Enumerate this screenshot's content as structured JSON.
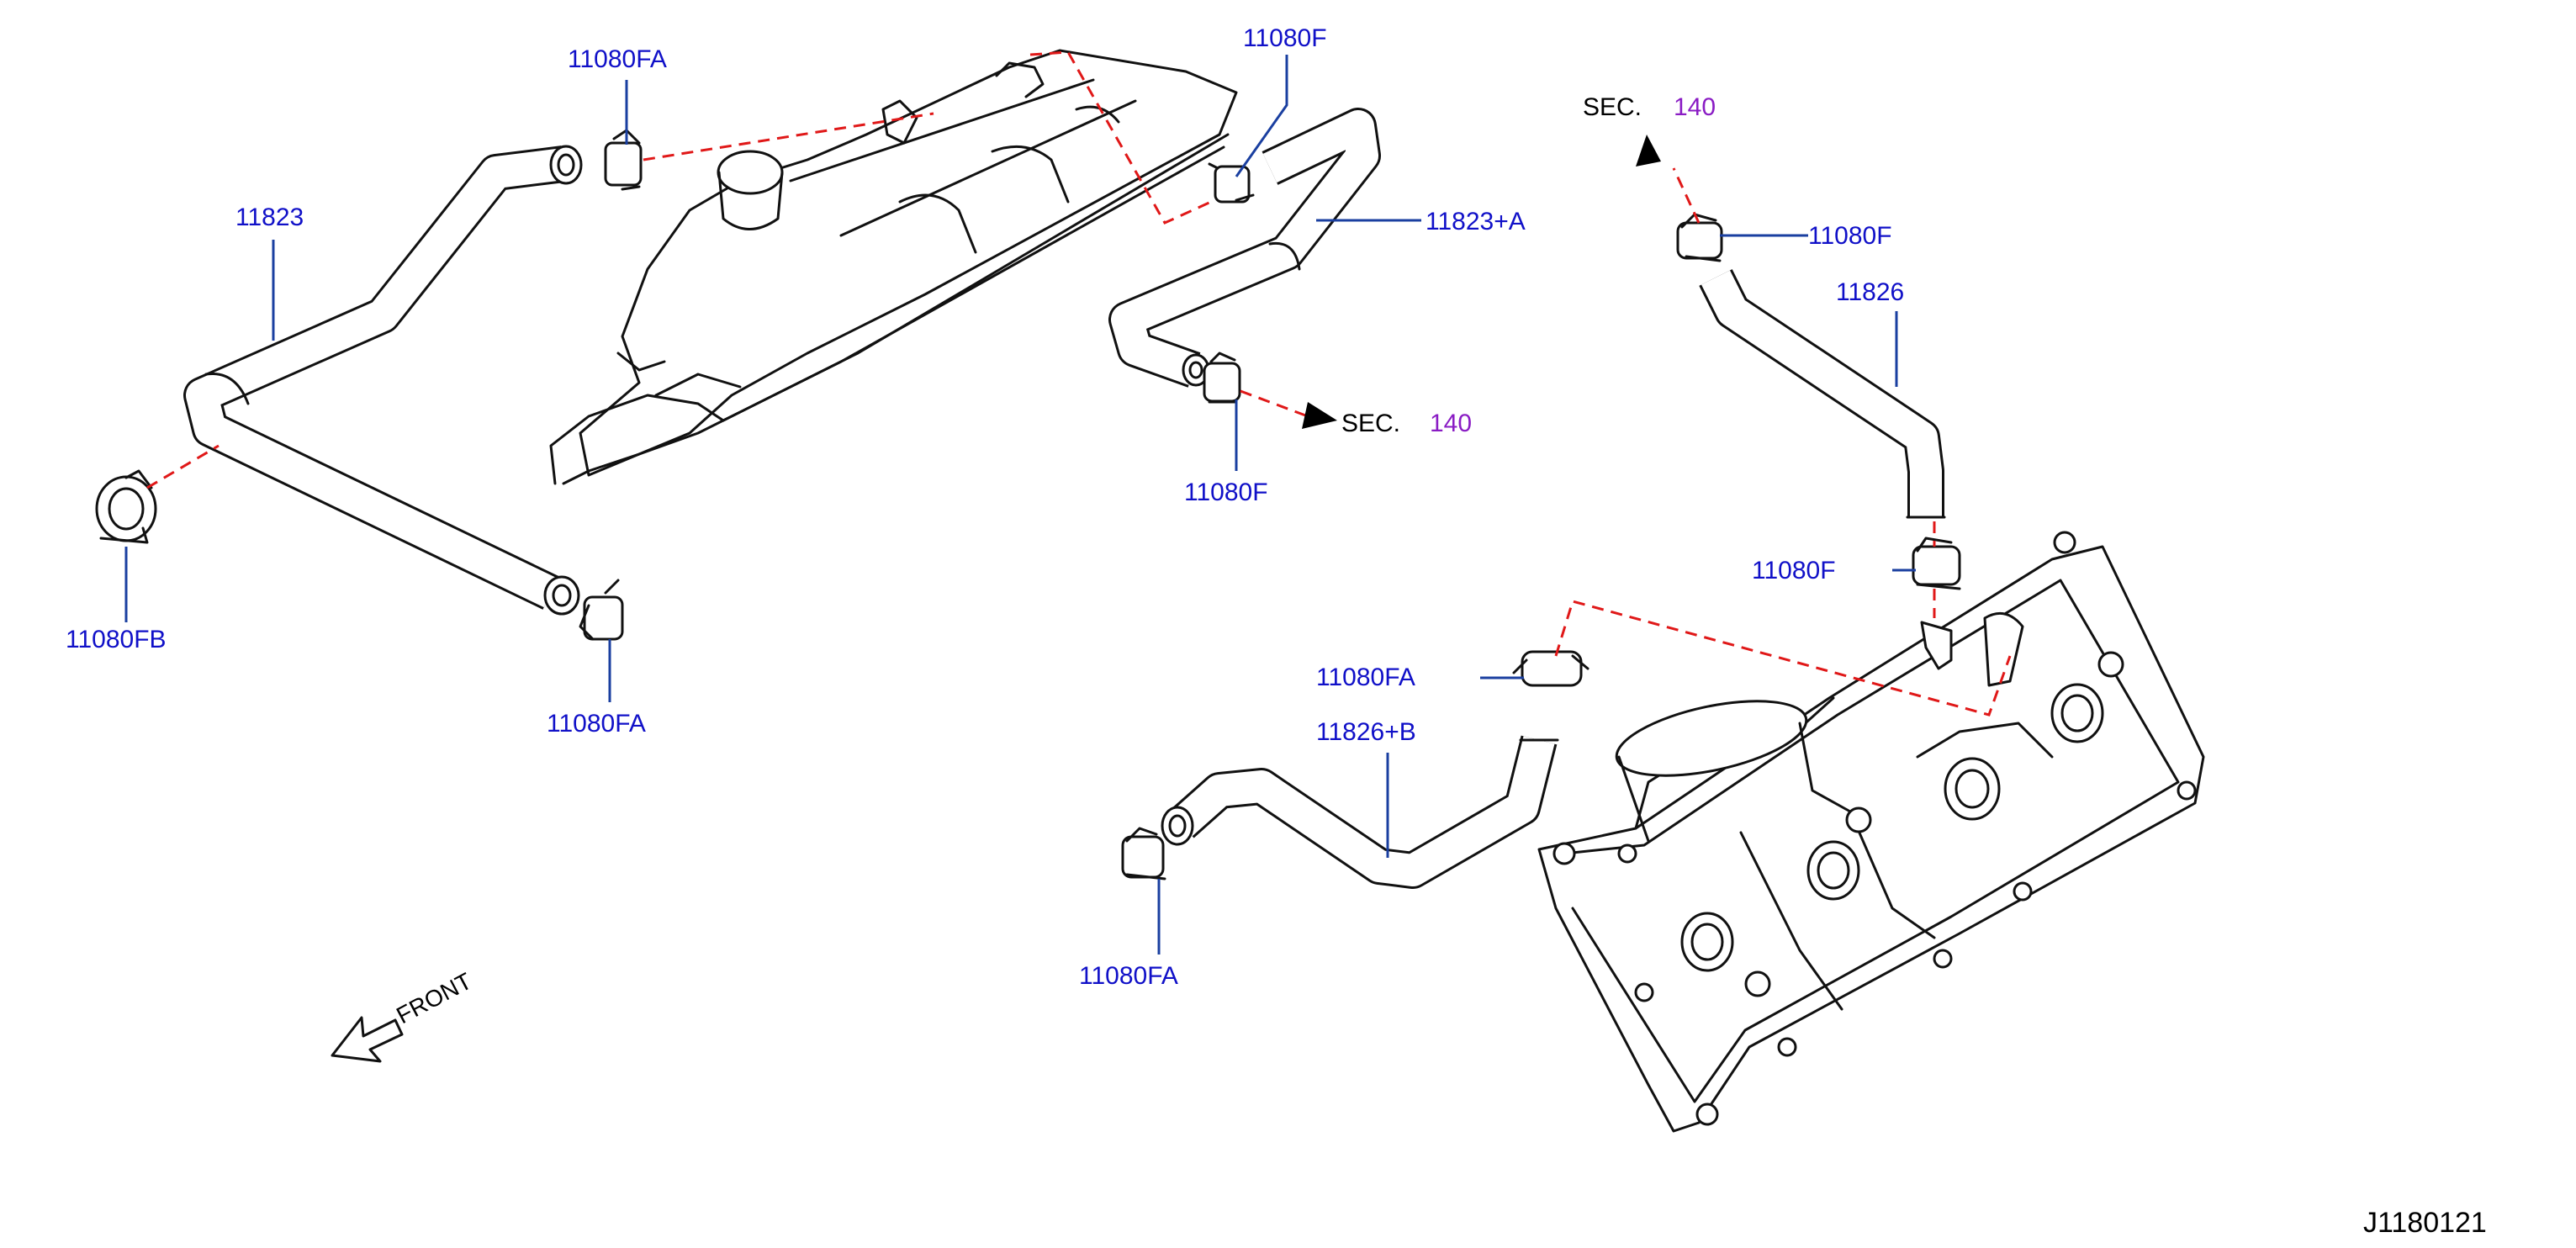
{
  "diagram": {
    "part_labels": {
      "p11823": "11823",
      "p11080fa_top": "11080FA",
      "p11080fb": "11080FB",
      "p11080fa_left": "11080FA",
      "p11080f_top": "11080F",
      "p11823a": "11823+A",
      "p11080f_mid": "11080F",
      "p11080f_right": "11080F",
      "p11826": "11826",
      "p11080f_cover": "11080F",
      "p11080fa_mid": "11080FA",
      "p11826b": "11826+B",
      "p11080fa_bottom": "11080FA"
    },
    "section_refs": {
      "sec_mid_text": "SEC.",
      "sec_mid_num": "140",
      "sec_top_text": "SEC.",
      "sec_top_num": "140"
    },
    "front_label": "FRONT",
    "diagram_code": "J1180121",
    "colors": {
      "part_label": "#1010c8",
      "section_number": "#8a1cc4",
      "leader_line": "#1a3fa0",
      "dashed_line": "#e01818",
      "linework": "#111111"
    }
  }
}
